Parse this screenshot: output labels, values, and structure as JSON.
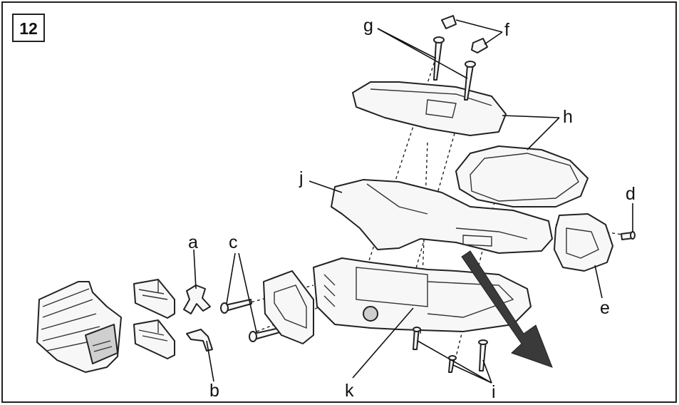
{
  "figure_number": "12",
  "labels": {
    "a": "a",
    "b": "b",
    "c": "c",
    "d": "d",
    "e": "e",
    "f": "f",
    "g": "g",
    "h": "h",
    "i": "i",
    "j": "j",
    "k": "k"
  },
  "colors": {
    "line": "#222222",
    "arrow": "#333333",
    "background": "#ffffff"
  }
}
